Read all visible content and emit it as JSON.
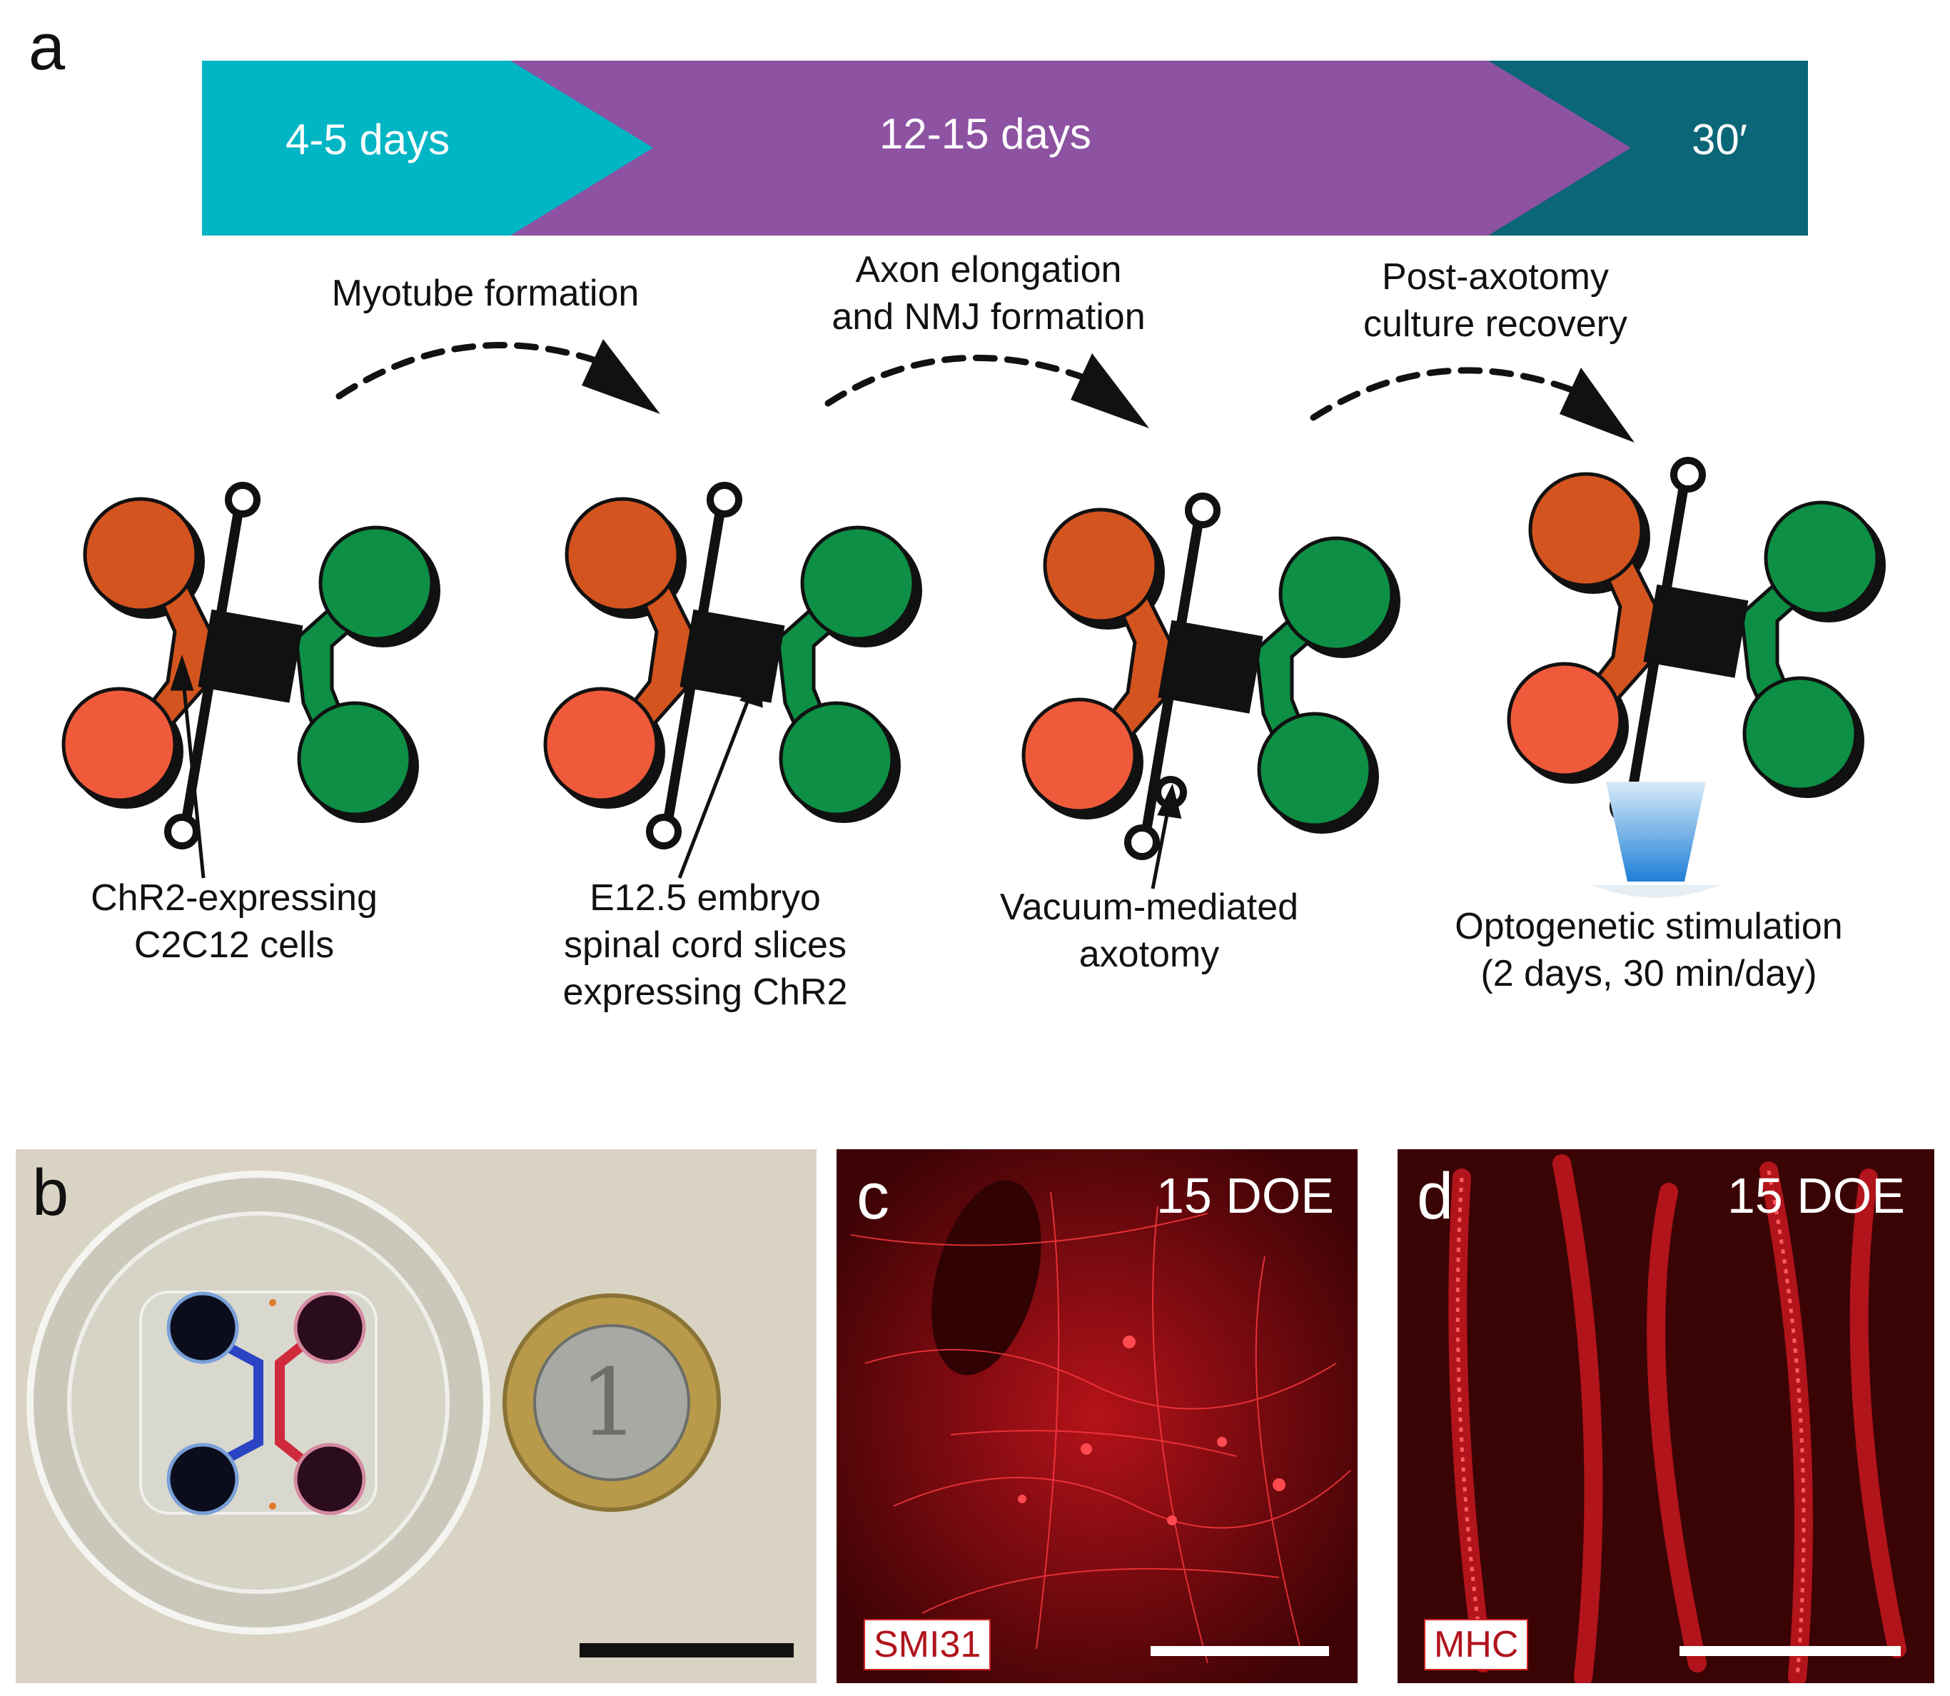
{
  "panels": {
    "a": "a",
    "b": "b",
    "c": "c",
    "d": "d"
  },
  "timeline": [
    {
      "label": "4-5 days",
      "color": "#00b5c4"
    },
    {
      "label": "12-15 days",
      "color": "#8d52a1"
    },
    {
      "label": "30′",
      "color": "#0b6677"
    }
  ],
  "steps": [
    {
      "label": "Myotube formation"
    },
    {
      "label": "Axon elongation\nand NMJ formation"
    },
    {
      "label": "Post-axotomy\nculture recovery"
    }
  ],
  "captions": [
    "ChR2-expressing\nC2C12 cells",
    "E12.5 embryo\nspinal cord slices\nexpressing ChR2",
    "Vacuum-mediated\naxotomy",
    "Optogenetic stimulation\n(2 days, 30 min/day)"
  ],
  "colors": {
    "muscle": "#e8562e",
    "muscle_dark": "#d4541f",
    "neuron": "#0d8f45",
    "channel": "#111111",
    "light": "#2f8ee0"
  },
  "micrographs": {
    "c": {
      "doe": "15 DOE",
      "stain": "SMI31"
    },
    "d": {
      "doe": "15 DOE",
      "stain": "MHC"
    }
  }
}
